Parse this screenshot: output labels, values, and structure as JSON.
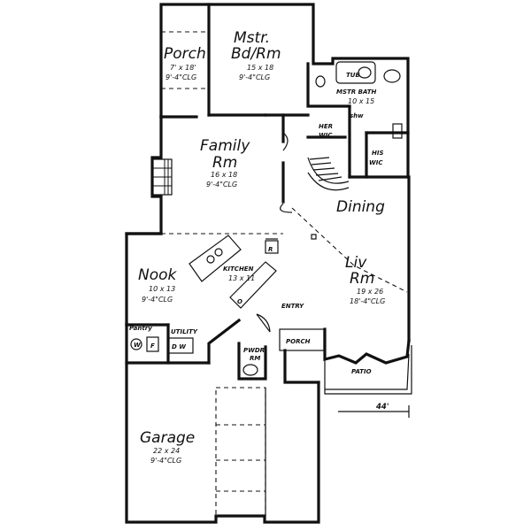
{
  "rooms": {
    "porch_top": {
      "name": "Porch",
      "size": "7' x 18'",
      "clg": "9'-4\"CLG"
    },
    "master_bedroom": {
      "name_line1": "Mstr.",
      "name_line2": "Bd/Rm",
      "size": "15 x 18",
      "clg": "9'-4\"CLG"
    },
    "tub": {
      "name": "TUB"
    },
    "master_bath": {
      "name": "MSTR BATH",
      "size": "10 x 15"
    },
    "shower": {
      "name": "shw"
    },
    "her_wic": {
      "name_line1": "HER",
      "name_line2": "WIC"
    },
    "his_wic": {
      "name_line1": "HIS",
      "name_line2": "WIC"
    },
    "family_room": {
      "name_line1": "Family",
      "name_line2": "Rm",
      "size": "16 x 18",
      "clg": "9'-4\"CLG"
    },
    "dining": {
      "name": "Dining"
    },
    "kitchen": {
      "name": "KITCHEN",
      "size": "13 x 11",
      "fridge": "R",
      "oven": "O"
    },
    "nook": {
      "name": "Nook",
      "size": "10 x 13",
      "clg": "9'-4\"CLG"
    },
    "living_room": {
      "name_line1": "Liv",
      "name_line2": "Rm",
      "size": "19 x 26",
      "clg": "18'-4\"CLG"
    },
    "entry": {
      "name": "ENTRY"
    },
    "porch_front": {
      "name": "PORCH"
    },
    "patio": {
      "name": "PATIO"
    },
    "pantry": {
      "name": "Pantry"
    },
    "utility": {
      "name": "UTILITY",
      "washer": "W",
      "freezer": "F",
      "dryer_washer": "D  W"
    },
    "powder_room": {
      "name_line1": "PWDR",
      "name_line2": "RM"
    },
    "garage": {
      "name": "Garage",
      "size": "22 x 24",
      "clg": "9'-4\"CLG"
    }
  },
  "dimension": {
    "width_label": "44'"
  }
}
